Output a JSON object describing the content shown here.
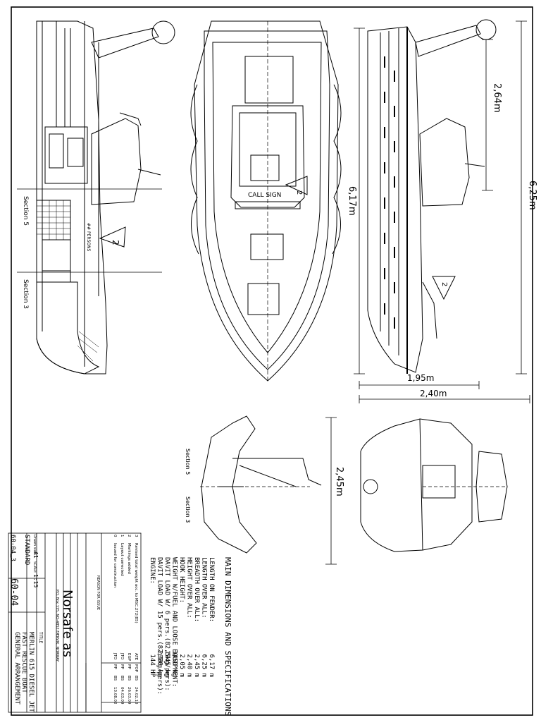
{
  "dimensions": {
    "top_height": "2,64m",
    "overall_length": "6,25m",
    "length_on_fender": "6,17m",
    "beam_inner": "1,95m",
    "beam_overall": "2,40m",
    "section_height": "2,45m"
  },
  "sections": {
    "section5_label": "Section 5",
    "section3_label": "Section 3",
    "section5_label_small": "Section 5",
    "section3_label_small": "Section 3"
  },
  "markers": {
    "triangle_a": "2",
    "triangle_b": "2",
    "triangle_c": "2",
    "call_sign": "CALL SIGN",
    "persons_note": "## PERSONS"
  },
  "specs": {
    "heading": "MAIN DIMENSIONS AND SPECIFICATIONS",
    "rows": [
      {
        "label": "LENGTH ON FENDER:",
        "value": "6,17 m"
      },
      {
        "label": "LENGTH OVER ALL:",
        "value": "6,25 m"
      },
      {
        "label": "BREADTH OVER ALL:",
        "value": "2,45 m"
      },
      {
        "label": "HEIGHT OVER ALL:",
        "value": "2,40 m"
      },
      {
        "label": "HOOK HEIGHT:",
        "value": "2,05 m"
      },
      {
        "label": "WEIGHT W/FUEL AND LOOSE EQUIPMENT:",
        "value": "1450 kg"
      },
      {
        "label": "DAVIT LOAD W/ 6 pers.(82,5kg/pers):",
        "value": "1945 kg"
      },
      {
        "label": "DAVIT LOAD W/ 15 pers.(82,5kg/pers):",
        "value": "2688 kg"
      },
      {
        "label": "ENGINE:",
        "value": "144 HP"
      }
    ]
  },
  "title_block": {
    "company": "Norsafe as",
    "address": "P.O. Box 115, NO-4852 FÆRVIK, NORWAY",
    "title_label": "TITLE",
    "title_line1": "MERLIN 615 DIESEL JET",
    "title_line2": "FAST RESCUE BOAT",
    "title_line3": "GENERAL ARRANGEMENT",
    "standard": "STANDARD",
    "drawing_size_label": "Drawn size",
    "drawing_size": "A1",
    "scale_label": "SCALE",
    "scale": "1:15",
    "drawing_no": "60-04",
    "drawing_no_ref": "60-04_3",
    "revision_header": "REASON FOR ISSUE",
    "revisions": [
      {
        "no": "3",
        "reason": "Revised total weight acc. to MSC.272(85)",
        "by": "ATE",
        "chk": "POP",
        "app": "BS",
        "date": "24.02.10"
      },
      {
        "no": "2",
        "reason": "Markings added",
        "by": "EGP",
        "chk": "PP",
        "app": "BS",
        "date": "26.03.09"
      },
      {
        "no": "1",
        "reason": "Layout corrected",
        "by": "JTO",
        "chk": "PP",
        "app": "BS",
        "date": "04.03.09"
      },
      {
        "no": "0",
        "reason": "Issued for construction",
        "by": "JTO",
        "chk": "PP",
        "app": "BS",
        "date": "13.08.02"
      }
    ]
  }
}
